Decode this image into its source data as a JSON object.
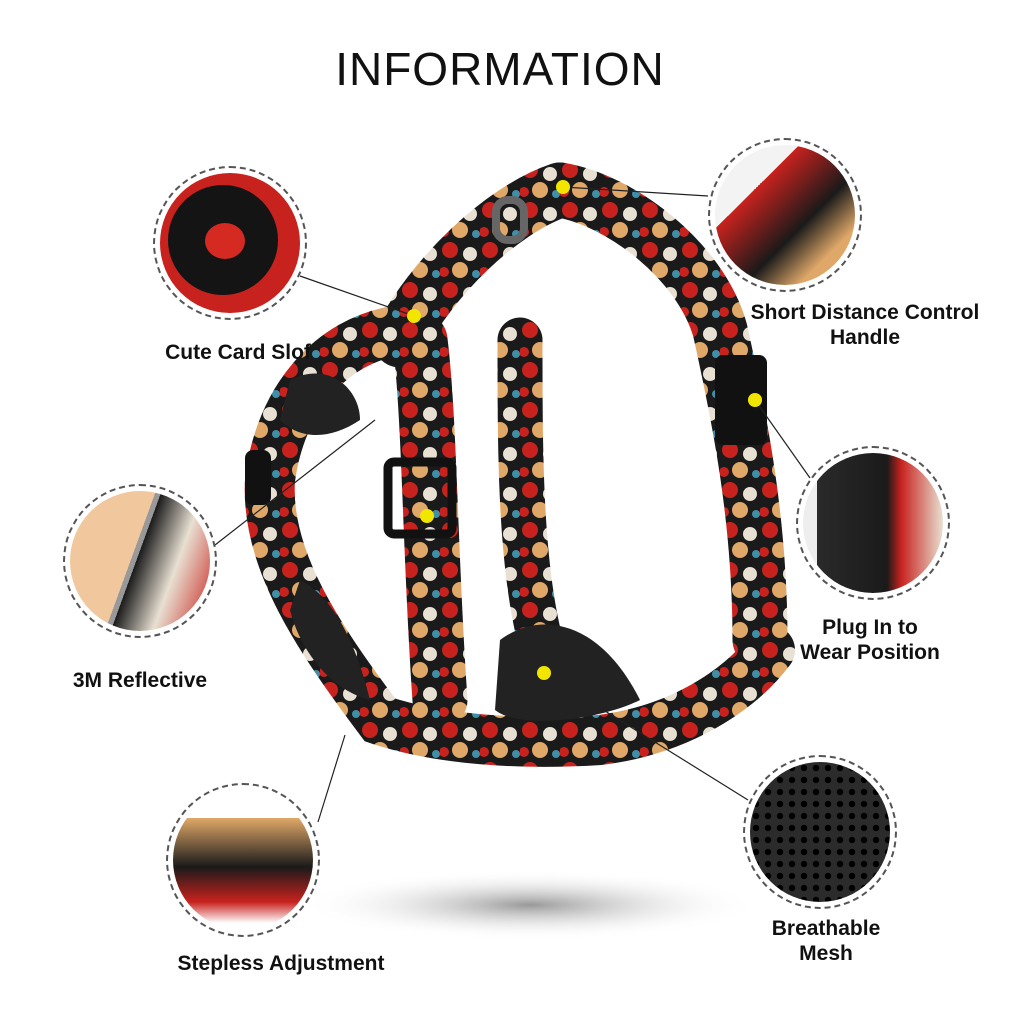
{
  "title": "INFORMATION",
  "features": [
    {
      "id": "cute-card",
      "lines": [
        "Cute Card Slof"
      ]
    },
    {
      "id": "handle",
      "lines": [
        "Short Distance Control",
        "Handle"
      ]
    },
    {
      "id": "reflective",
      "lines": [
        "3M Reflective"
      ]
    },
    {
      "id": "plug",
      "lines": [
        "Plug In to",
        "Wear Position"
      ]
    },
    {
      "id": "stepless",
      "lines": [
        "Stepless Adjustment"
      ]
    },
    {
      "id": "mesh",
      "lines": [
        "Breathable",
        "Mesh"
      ]
    }
  ],
  "colors": {
    "dot": "#f2e600",
    "pattern_red": "#c8221e",
    "pattern_black": "#1a1a1a",
    "pattern_tan": "#e0a868",
    "pattern_blue": "#3f8fa8"
  }
}
